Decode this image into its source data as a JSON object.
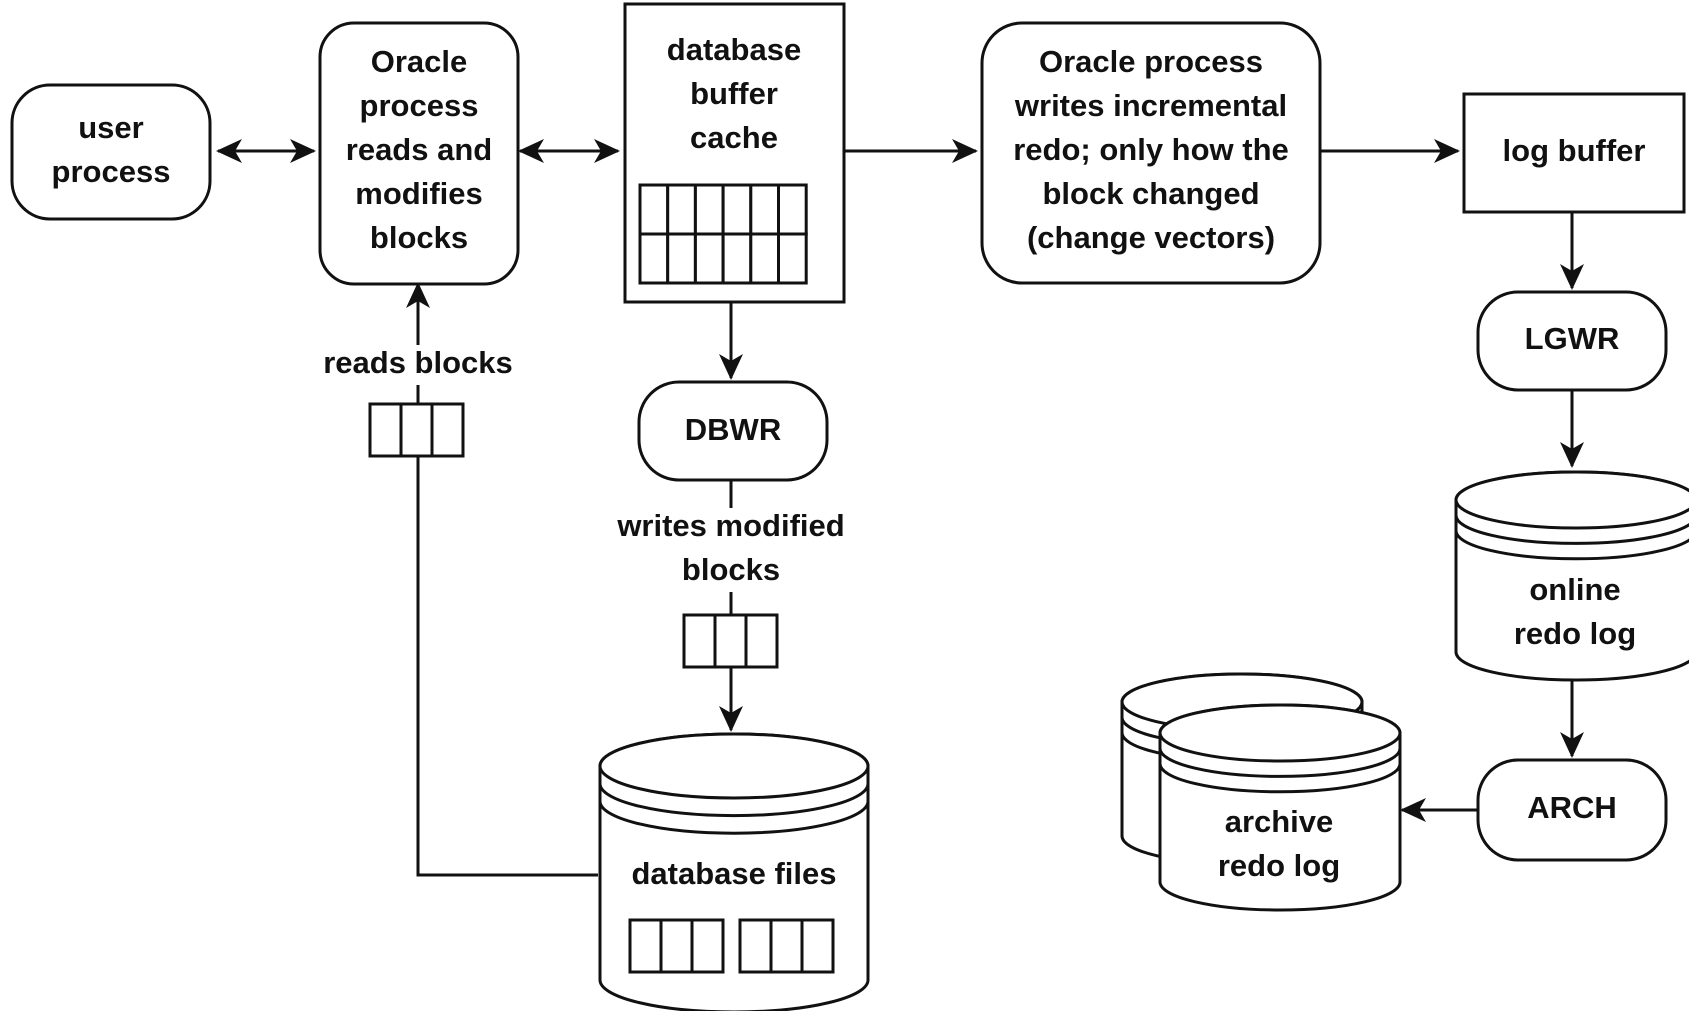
{
  "nodes": {
    "user_process": [
      "user",
      "process"
    ],
    "oracle_process_reads": [
      "Oracle",
      "process",
      "reads and",
      "modifies",
      "blocks"
    ],
    "database_buffer_cache": [
      "database",
      "buffer",
      "cache"
    ],
    "oracle_process_writes": [
      "Oracle process",
      "writes incremental",
      "redo; only how the",
      "block changed",
      "(change vectors)"
    ],
    "log_buffer": [
      "log buffer"
    ],
    "dbwr": [
      "DBWR"
    ],
    "lgwr": [
      "LGWR"
    ],
    "arch": [
      "ARCH"
    ],
    "database_files": [
      "database files"
    ],
    "online_redo_log": [
      "online",
      "redo log"
    ],
    "archive_redo_log": [
      "archive",
      "redo log"
    ]
  },
  "edge_labels": {
    "reads_blocks": [
      "reads blocks"
    ],
    "writes_modified_blocks": [
      "writes modified",
      "blocks"
    ]
  },
  "colors": {
    "stroke": "#111111",
    "background": "#ffffff"
  }
}
